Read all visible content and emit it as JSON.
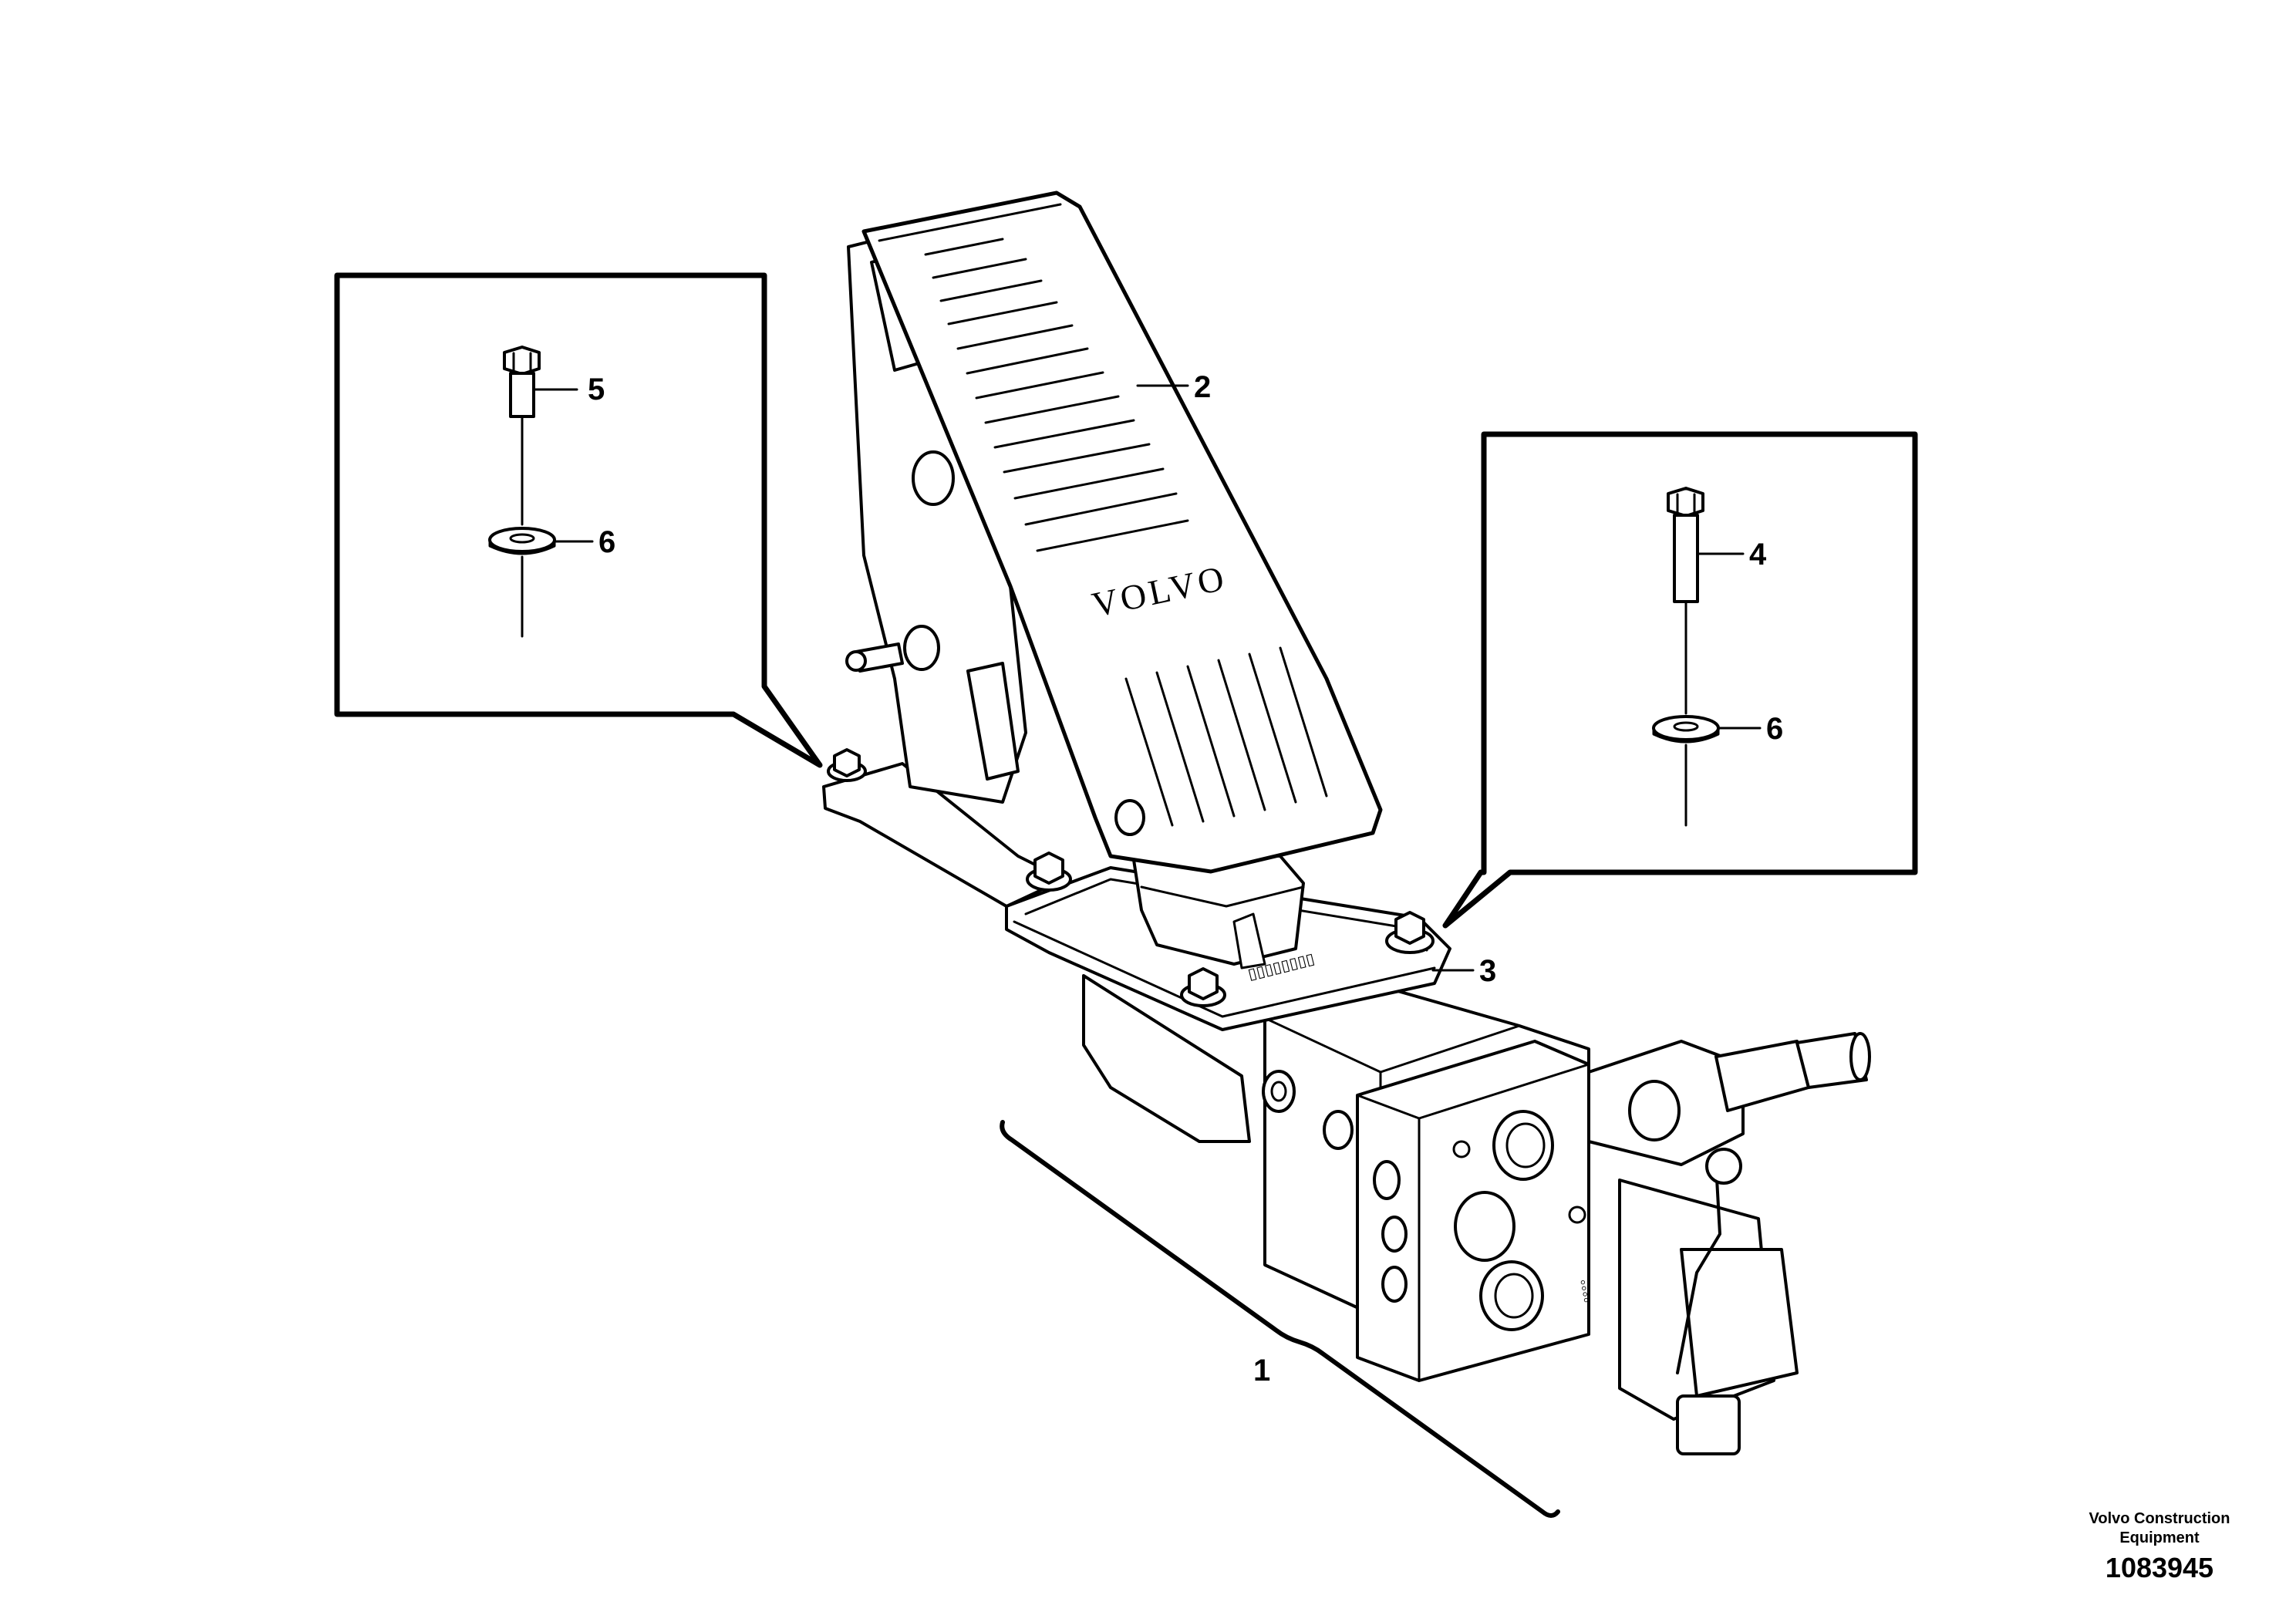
{
  "diagram": {
    "callouts": {
      "assembly": "1",
      "pedal": "2",
      "base_plate": "3",
      "long_bolt": "4",
      "short_bolt": "5",
      "washer_left": "6",
      "washer_right": "6"
    },
    "pedal_brand": "VOLVO"
  },
  "footer": {
    "company_line1": "Volvo Construction",
    "company_line2": "Equipment",
    "drawing_number": "1083945"
  }
}
